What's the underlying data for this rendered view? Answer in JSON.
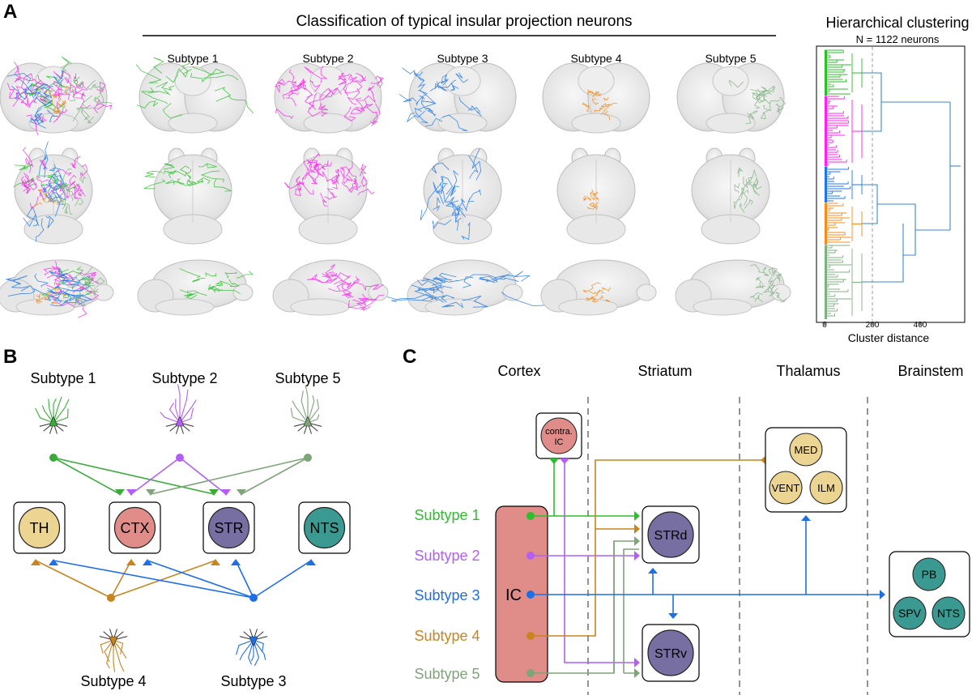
{
  "panelA": {
    "letter": "A",
    "title": "Classification of typical insular projection neurons",
    "subtypes": [
      "Subtype 1",
      "Subtype 2",
      "Subtype 3",
      "Subtype 4",
      "Subtype 5"
    ],
    "subtype_colors": [
      "#2dbd2d",
      "#ff22ee",
      "#1f78e6",
      "#f28c1e",
      "#7fb07f"
    ],
    "dendrogram": {
      "title": "Hierarchical clustering",
      "subtitle": "N = 1122 neurons",
      "xlabel": "Cluster distance",
      "ticks": [
        "0",
        "200",
        "400"
      ],
      "link_color": "#3b88c4"
    }
  },
  "panelB": {
    "letter": "B",
    "top_labels": [
      "Subtype 1",
      "Subtype 2",
      "Subtype 5"
    ],
    "bottom_labels": [
      "Subtype 4",
      "Subtype 3"
    ],
    "targets": [
      "TH",
      "CTX",
      "STR",
      "NTS"
    ],
    "target_colors": [
      "#ecd492",
      "#e08d8a",
      "#776fa2",
      "#3a9a91"
    ],
    "neuron_colors": {
      "s1": "#3aab3a",
      "s2": "#b35ef5",
      "s5": "#7fa47a",
      "s4": "#c9841f",
      "s3": "#1e6fe6"
    }
  },
  "panelC": {
    "letter": "C",
    "regions": [
      "Cortex",
      "Striatum",
      "Thalamus",
      "Brainstem"
    ],
    "rows": [
      {
        "label": "Subtype 1",
        "color": "#2dbd2d"
      },
      {
        "label": "Subtype 2",
        "color": "#b35ef5"
      },
      {
        "label": "Subtype 3",
        "color": "#1e6fe6"
      },
      {
        "label": "Subtype 4",
        "color": "#c9841f"
      },
      {
        "label": "Subtype 5",
        "color": "#7fa47a"
      }
    ],
    "ic_label": "IC",
    "contra_label_1": "contra.",
    "contra_label_2": "IC",
    "strd": "STRd",
    "strv": "STRv",
    "thal_nuclei": [
      "MED",
      "VENT",
      "ILM"
    ],
    "brainstem_nuclei": [
      "PB",
      "SPV",
      "NTS"
    ]
  }
}
